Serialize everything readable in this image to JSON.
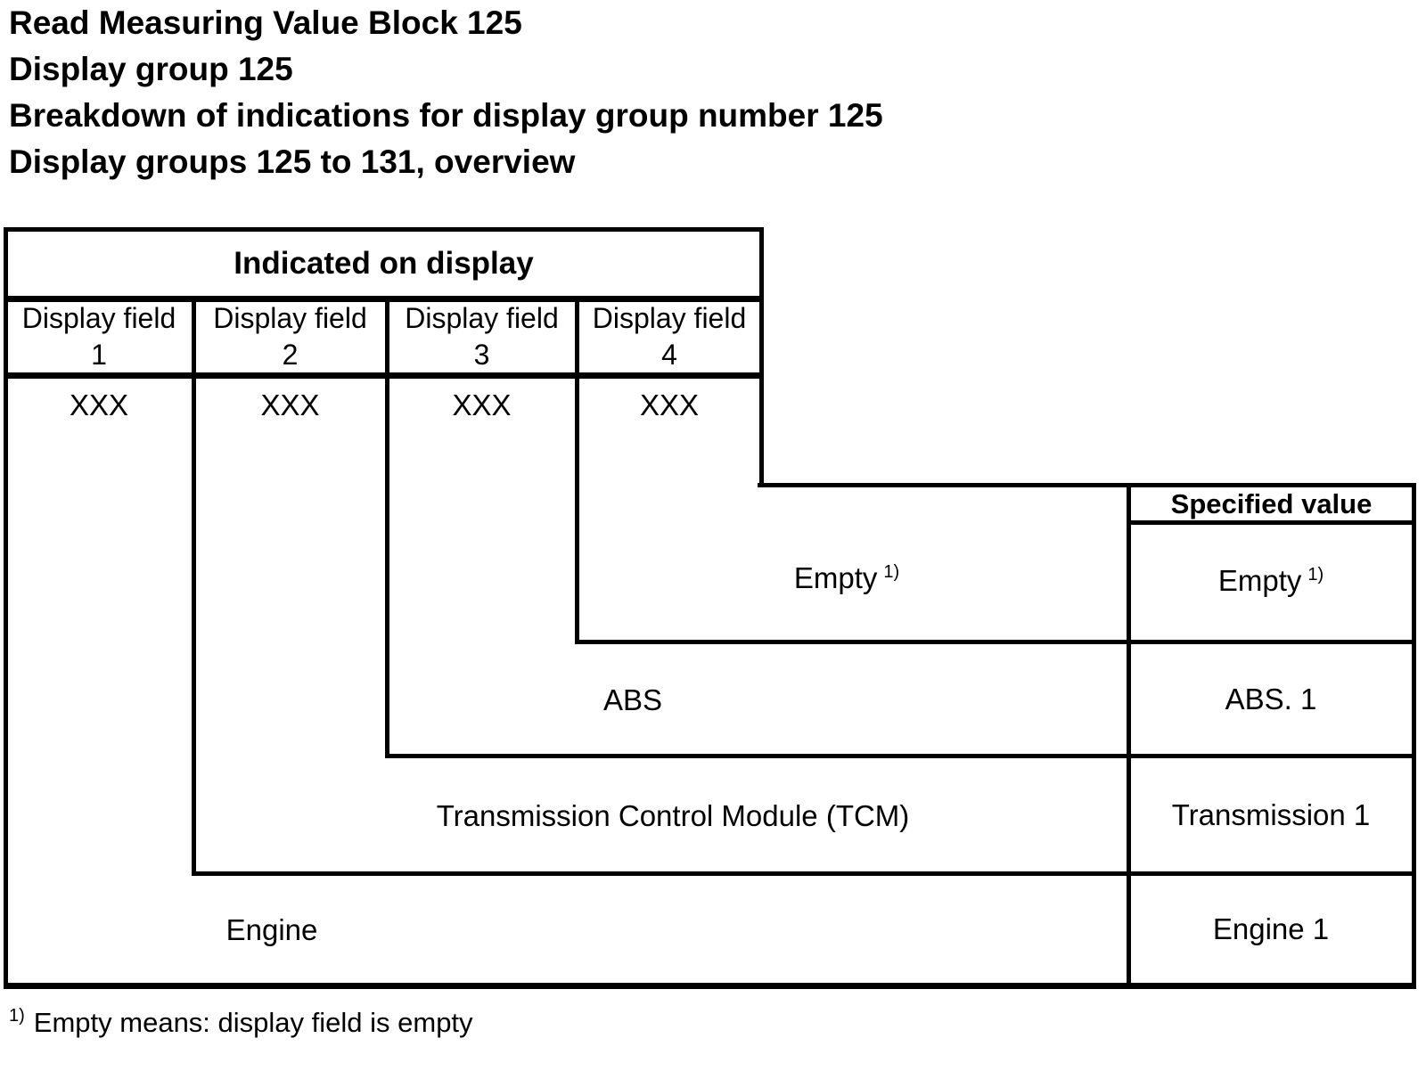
{
  "colors": {
    "ink": "#000000",
    "paper": "#ffffff"
  },
  "titles": [
    "Read Measuring Value Block 125",
    "Display group 125",
    "Breakdown of indications for display group number 125",
    "Display groups 125 to 131, overview"
  ],
  "display_table": {
    "header": "Indicated on display",
    "columns": [
      {
        "line1": "Display field",
        "line2": "1",
        "value": "XXX"
      },
      {
        "line1": "Display field",
        "line2": "2",
        "value": "XXX"
      },
      {
        "line1": "Display field",
        "line2": "3",
        "value": "XXX"
      },
      {
        "line1": "Display field",
        "line2": "4",
        "value": "XXX"
      }
    ]
  },
  "specified_column": {
    "header": "Specified value"
  },
  "rows": [
    {
      "indication": "Empty",
      "indication_note": "1)",
      "specified": "Empty",
      "specified_note": "1)"
    },
    {
      "indication": "ABS",
      "specified": "ABS. 1"
    },
    {
      "indication": "Transmission Control Module (TCM)",
      "specified": "Transmission 1"
    },
    {
      "indication": "Engine",
      "specified": "Engine 1"
    }
  ],
  "footnote": {
    "marker": "1)",
    "text": "Empty means: display field is empty"
  }
}
